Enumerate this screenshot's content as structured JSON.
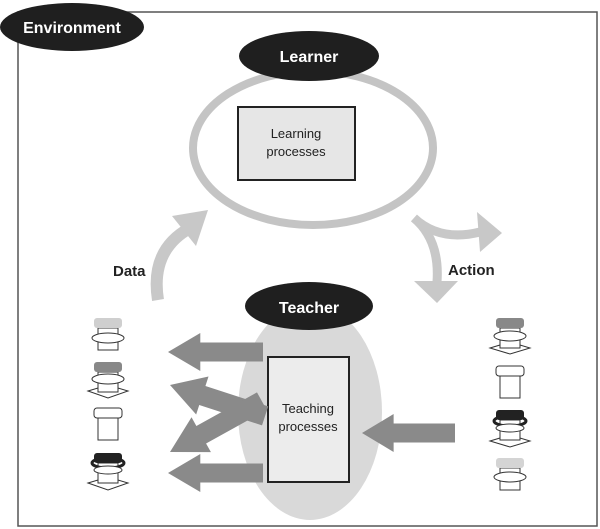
{
  "labels": {
    "environment": "Environment",
    "learner": "Learner",
    "learning_processes_line1": "Learning",
    "learning_processes_line2": "processes",
    "teacher": "Teacher",
    "teaching_processes_line1": "Teaching",
    "teaching_processes_line2": "processes",
    "data": "Data",
    "action": "Action"
  }
}
